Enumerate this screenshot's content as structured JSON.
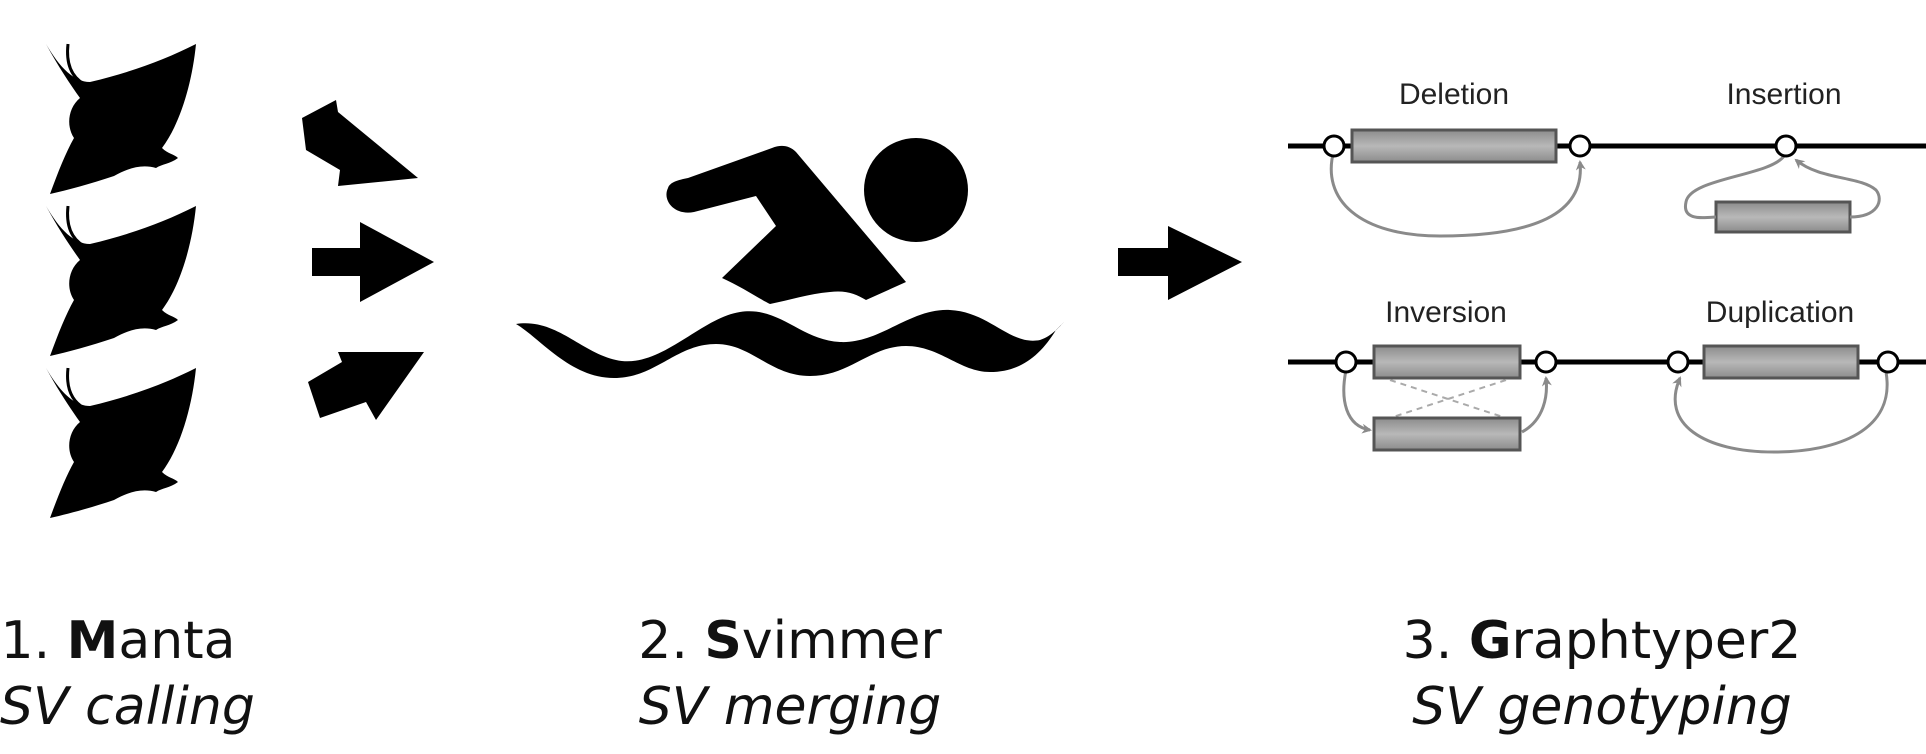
{
  "steps": [
    {
      "number": "1.",
      "initial": "M",
      "rest": "anta",
      "subtitle": "SV calling",
      "icon": "manta-ray-icon"
    },
    {
      "number": "2.",
      "initial": "S",
      "rest": "vimmer",
      "subtitle": "SV merging",
      "icon": "swimmer-icon"
    },
    {
      "number": "3.",
      "initial": "G",
      "rest": "raphtyper2",
      "subtitle": "SV genotyping",
      "icon": "sv-types-diagram"
    }
  ],
  "sv_types": {
    "deletion": "Deletion",
    "insertion": "Insertion",
    "inversion": "Inversion",
    "duplication": "Duplication"
  },
  "colors": {
    "ink": "#000000",
    "segment_fill": "#9a9a9a",
    "segment_stroke": "#555555",
    "arc": "#8a8a8a"
  }
}
